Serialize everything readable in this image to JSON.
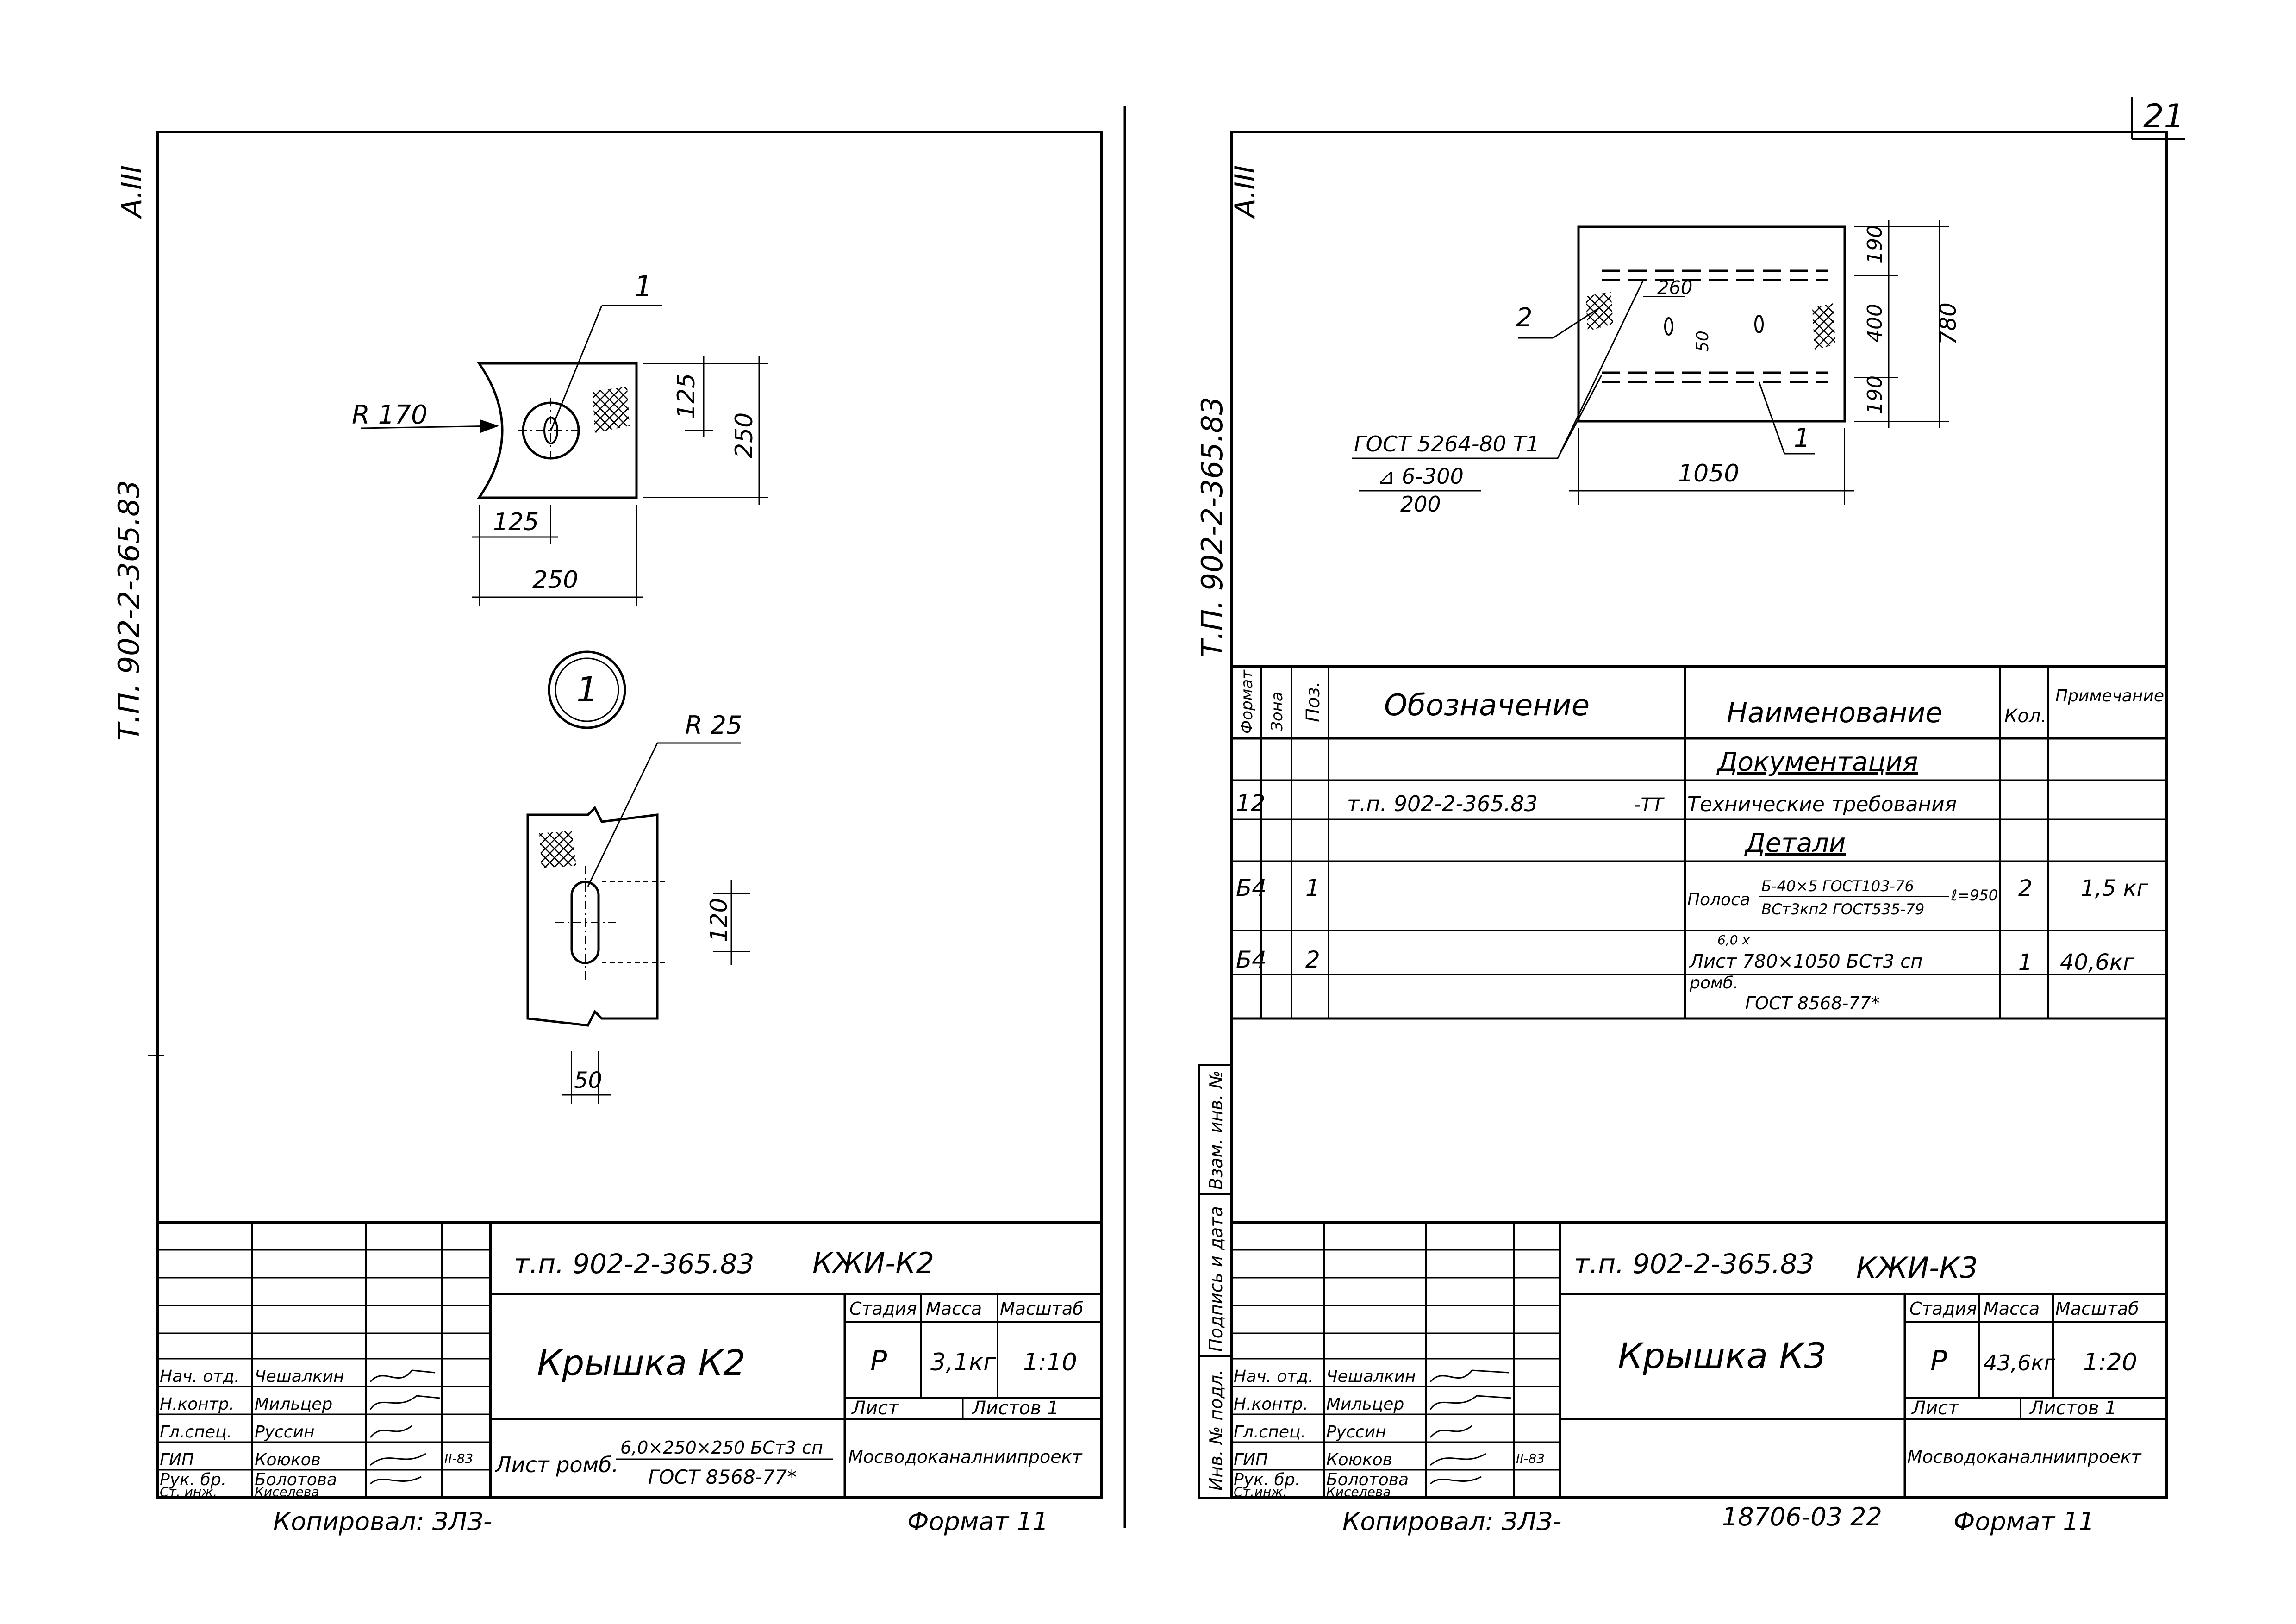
{
  "page_number": "21",
  "left_sheet": {
    "side_marker": "А.III",
    "vertical_code": "Т.П. 902-2-365.83",
    "drawing": {
      "callout_1": "1",
      "radius_label": "R 170",
      "dim_125_v": "125",
      "dim_250_v": "250",
      "dim_125_h": "125",
      "dim_250_h": "250",
      "detail_ref": "1",
      "radius_25": "R 25",
      "dim_120": "120",
      "dim_50": "50"
    },
    "title_block": {
      "project_code": "т.п. 902-2-365.83",
      "sheet_code": "КЖИ-К2",
      "title": "Крышка К2",
      "hdr_stage": "Стадия",
      "hdr_mass": "Масса",
      "hdr_scale": "Масштаб",
      "stage": "Р",
      "mass": "3,1кг",
      "scale": "1:10",
      "sheet_label": "Лист",
      "sheets_label": "Листов 1",
      "material_prefix": "Лист ромб.",
      "material_line1": "6,0×250×250 БСт3 сп",
      "material_line2": "ГОСТ 8568-77*",
      "org": "Мосводоканалниипроект",
      "roles": [
        {
          "role": "Нач. отд.",
          "name": "Чешалкин"
        },
        {
          "role": "Н.контр.",
          "name": "Мильцер"
        },
        {
          "role": "Гл.спец.",
          "name": "Руссин"
        },
        {
          "role": "ГИП",
          "name": "Коюков"
        },
        {
          "role": "Рук. бр.",
          "name": "Болотова"
        },
        {
          "role": "Ст. инж.",
          "name": "Киселева"
        }
      ],
      "date_note": "II-83"
    },
    "footer_left": "Копировал: ЗЛЗ-",
    "footer_right": "Формат 11"
  },
  "right_sheet": {
    "side_marker": "А.III",
    "vertical_code": "Т.П. 902-2-365.83",
    "drawing": {
      "callout_2": "2",
      "callout_1": "1",
      "dim_260": "260",
      "dim_50": "50",
      "dim_190_top": "190",
      "dim_400": "400",
      "dim_190_bot": "190",
      "dim_780": "780",
      "dim_1050": "1050",
      "weld_std": "ГОСТ 5264-80 Т1",
      "weld_spec": "⊿ 6-300",
      "weld_pitch": "200"
    },
    "spec_table": {
      "headers": {
        "format": "Формат",
        "zone": "Зона",
        "pos": "Поз.",
        "designation": "Обозначение",
        "name": "Наименование",
        "qty": "Кол.",
        "note": "Примечание"
      },
      "section_docs": "Документация",
      "doc_row": {
        "format": "12",
        "designation": "т.п. 902-2-365.83",
        "suffix": "-ТТ",
        "name": "Технические требования"
      },
      "section_parts": "Детали",
      "row1": {
        "format": "Б4",
        "pos": "1",
        "name_prefix": "Полоса",
        "name_line1": "Б-40×5 ГОСТ103-76",
        "name_line2": "ВСт3кп2 ГОСТ535-79",
        "length": "ℓ=950",
        "qty": "2",
        "note": "1,5 кг"
      },
      "row2": {
        "format": "Б4",
        "pos": "2",
        "name_small": "6,0 х",
        "name_line1": "Лист 780×1050 БСт3 сп",
        "name_line2": "ромб.",
        "name_line3": "ГОСТ 8568-77*",
        "qty": "1",
        "note": "40,6кг"
      }
    },
    "side_stamp": [
      "Взам. инв. №",
      "Подпись и дата",
      "Инв. № подл."
    ],
    "title_block": {
      "project_code": "т.п. 902-2-365.83",
      "sheet_code": "КЖИ-К3",
      "title": "Крышка К3",
      "hdr_stage": "Стадия",
      "hdr_mass": "Масса",
      "hdr_scale": "Масштаб",
      "stage": "Р",
      "mass": "43,6кг",
      "scale": "1:20",
      "sheet_label": "Лист",
      "sheets_label": "Листов 1",
      "org": "Мосводоканалниипроект",
      "roles": [
        {
          "role": "Нач. отд.",
          "name": "Чешалкин"
        },
        {
          "role": "Н.контр.",
          "name": "Мильцер"
        },
        {
          "role": "Гл.спец.",
          "name": "Руссин"
        },
        {
          "role": "ГИП",
          "name": "Коюков"
        },
        {
          "role": "Рук. бр.",
          "name": "Болотова"
        },
        {
          "role": "Ст.инж.",
          "name": "Киселева"
        }
      ],
      "date_note": "II-83"
    },
    "footer_left": "Копировал: ЗЛЗ-",
    "footer_mid": "18706-03 22",
    "footer_right": "Формат 11"
  }
}
